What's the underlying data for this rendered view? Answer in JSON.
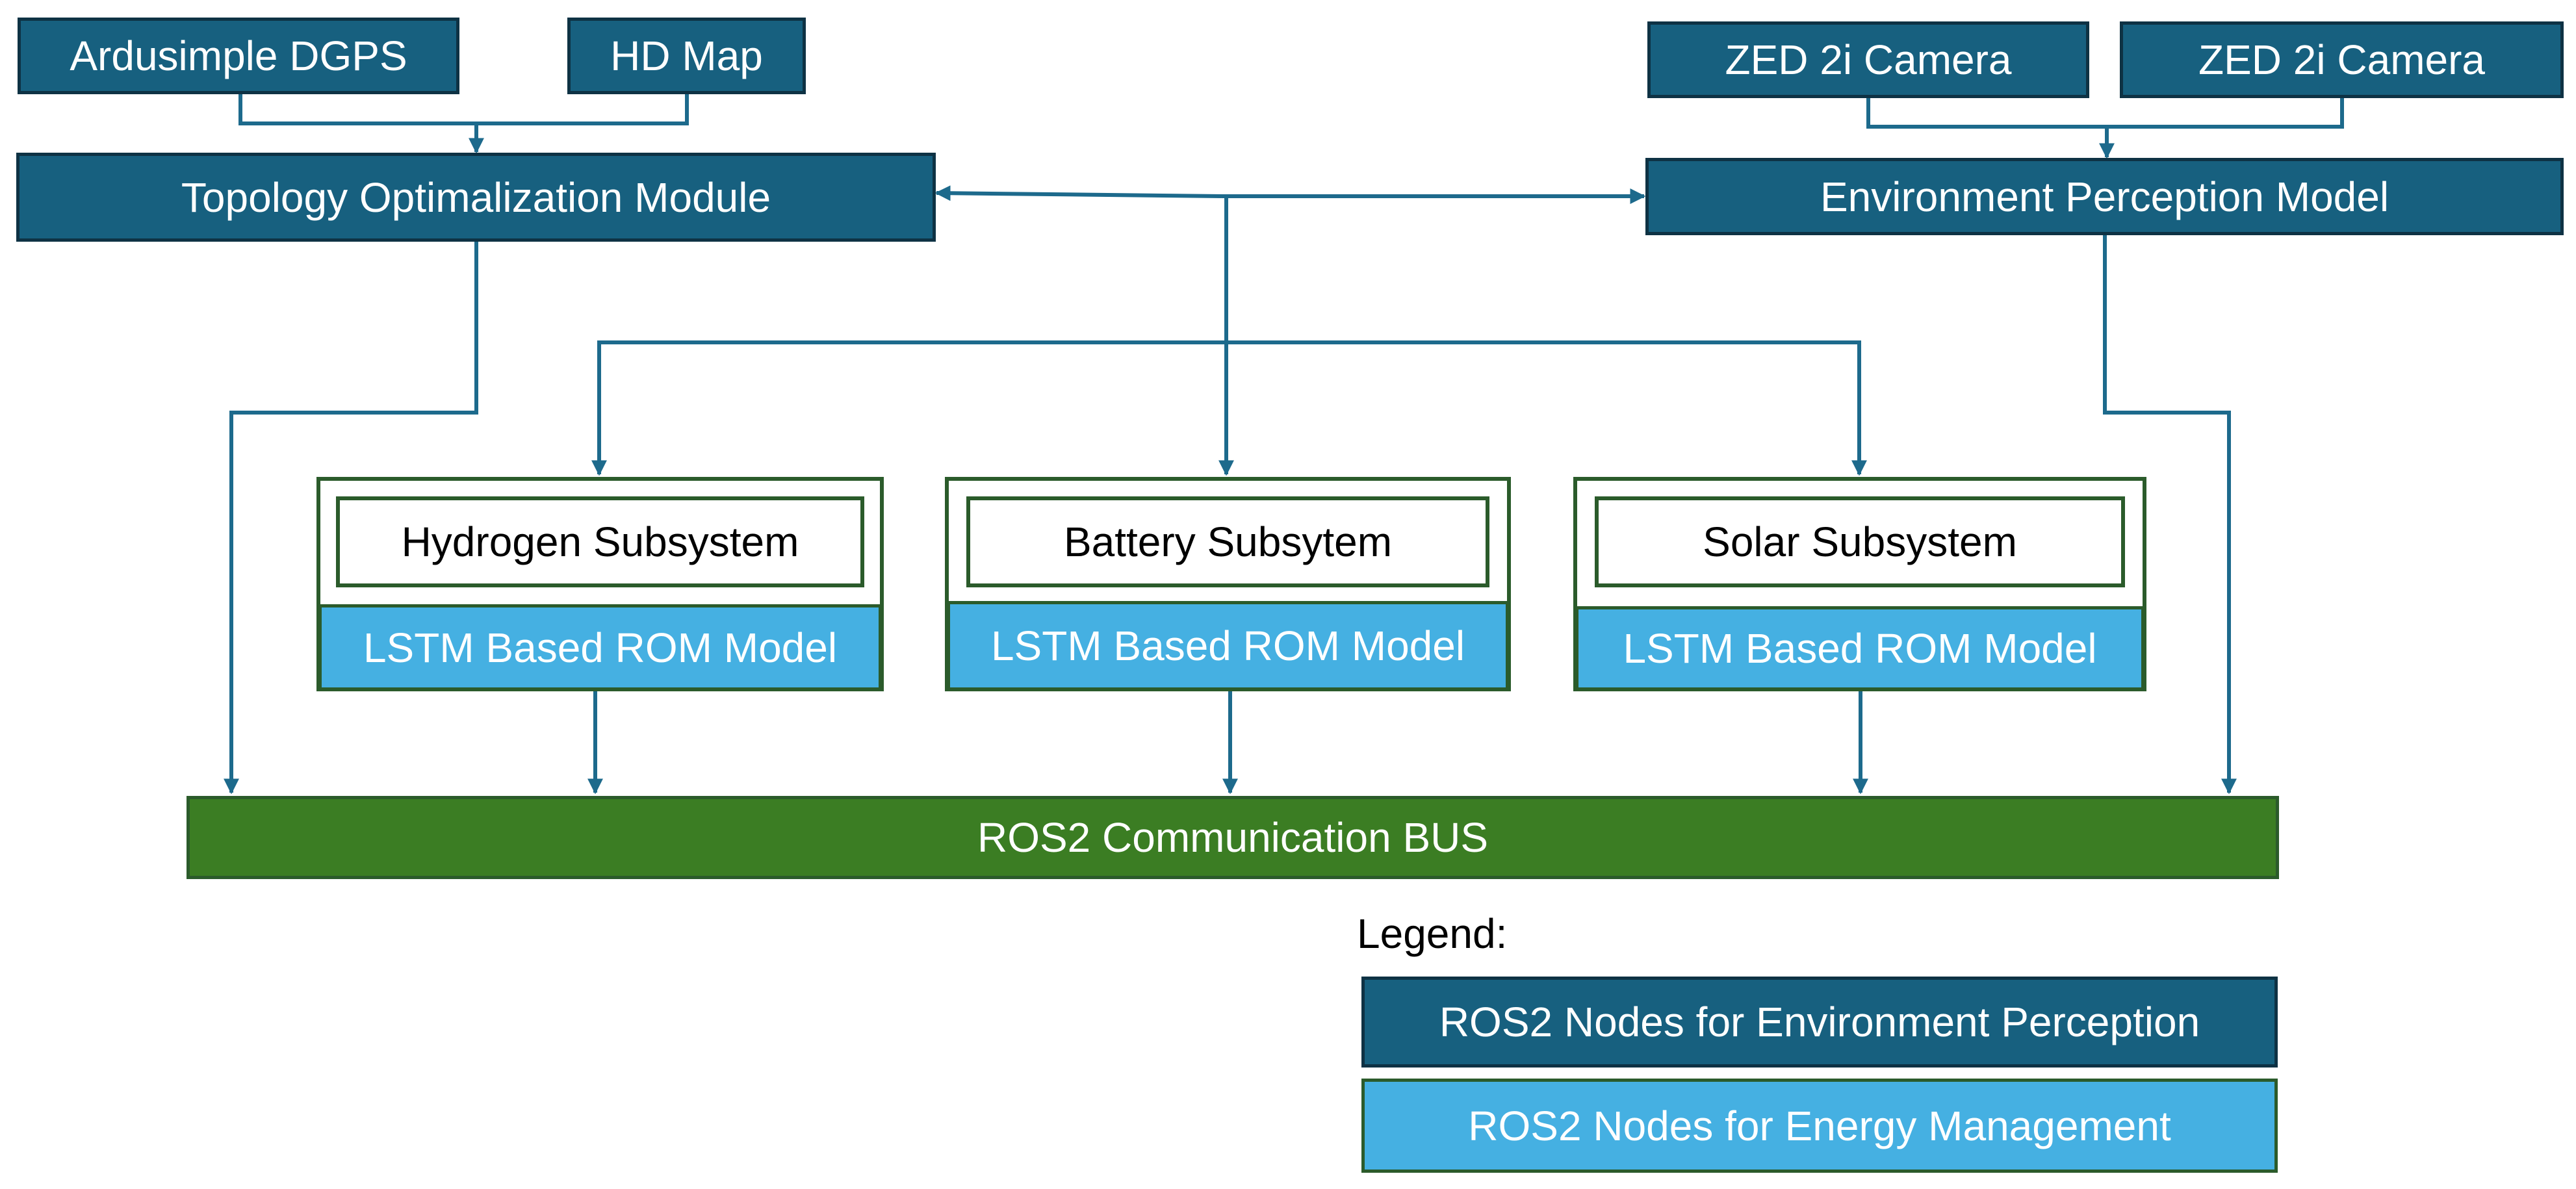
{
  "colors": {
    "environment_node": "#17607f",
    "energy_node": "#45b0e2",
    "bus": "#3b7d23",
    "connector": "#1d6a8c",
    "subsystem_border": "#2b5b2b"
  },
  "sensors": {
    "gps": "Ardusimple DGPS",
    "map": "HD Map",
    "camera_1": "ZED 2i Camera",
    "camera_2": "ZED 2i Camera"
  },
  "modules": {
    "topology": "Topology Optimalization Module",
    "perception": "Environment Perception Model"
  },
  "subsystems": [
    {
      "name": "Hydrogen Subsystem",
      "model": "LSTM Based ROM Model"
    },
    {
      "name": "Battery Subsytem",
      "model": "LSTM Based ROM Model"
    },
    {
      "name": "Solar Subsystem",
      "model": "LSTM Based ROM Model"
    }
  ],
  "bus": {
    "label": "ROS2 Communication BUS"
  },
  "legend": {
    "title": "Legend:",
    "environment": "ROS2 Nodes for Environment Perception",
    "energy": "ROS2 Nodes for Energy Management"
  }
}
